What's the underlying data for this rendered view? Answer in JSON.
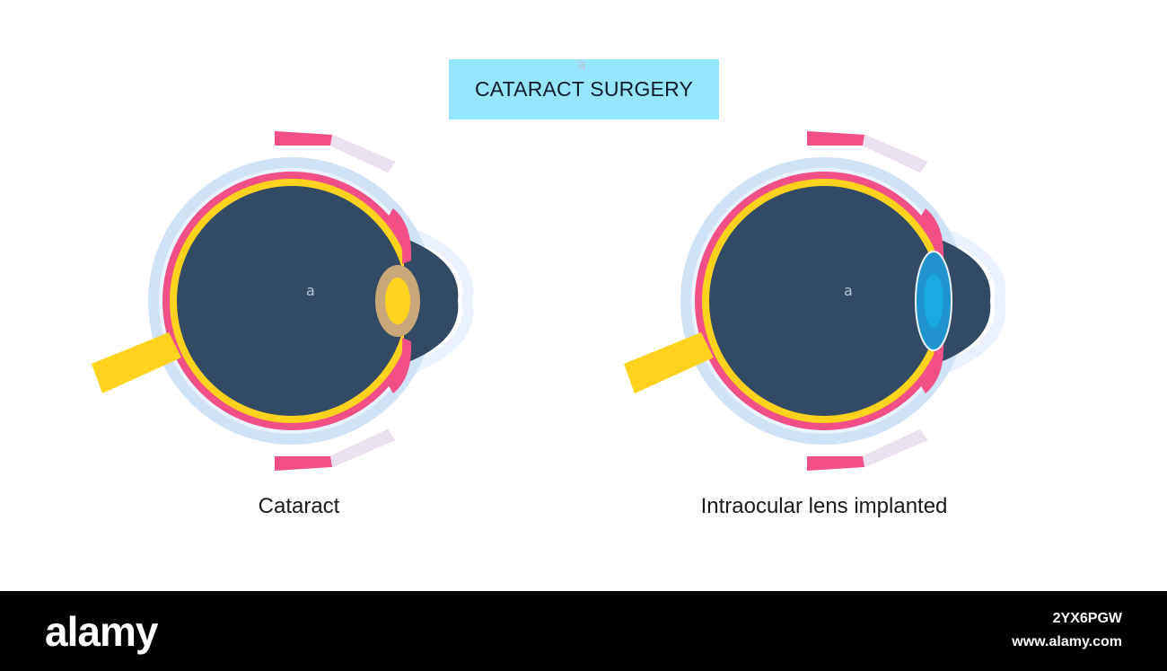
{
  "title": "CATARACT SURGERY",
  "eyes": [
    {
      "caption": "Cataract",
      "lens_type": "cataract"
    },
    {
      "caption": "Intraocular lens implanted",
      "lens_type": "iol"
    }
  ],
  "markers": {
    "small_a": "a"
  },
  "footer": {
    "brand": "alamy",
    "image_id": "2YX6PGW",
    "site": "www.alamy.com"
  },
  "colors": {
    "title_bg": "#96e6fb",
    "vitreous": "#324a63",
    "retina": "#ffd21e",
    "choroid": "#f14f86",
    "sclera": "#cfe2f6",
    "sclera_light": "#e9f2fd",
    "optic_nerve": "#ffd21e",
    "cataract_lens_outer": "#c8a878",
    "cataract_lens_inner": "#ffd21e",
    "iol_outer": "#1f93cf",
    "iol_inner": "#19a8e0",
    "footer_bg": "#000000"
  }
}
